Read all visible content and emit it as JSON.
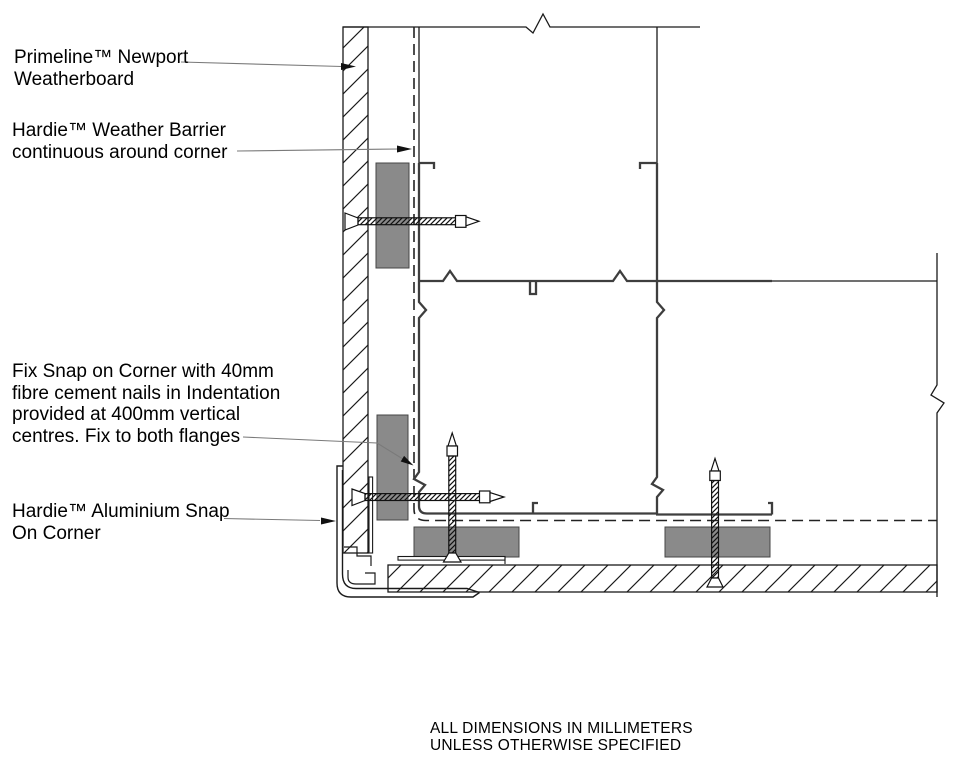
{
  "drawing": {
    "kind": "construction-detail-plan",
    "labels": {
      "weatherboard": "Primeline™ Newport\nWeatherboard",
      "barrier": "Hardie™ Weather Barrier\ncontinuous around corner",
      "fixing": "Fix Snap on Corner with 40mm\nfibre cement nails in Indentation\nprovided at 400mm vertical\ncentres. Fix to both flanges",
      "corner": "Hardie™ Aluminium Snap\nOn Corner"
    },
    "footer": "ALL DIMENSIONS IN MILLIMETERS\nUNLESS OTHERWISE SPECIFIED",
    "colors": {
      "line": "#1a1a1a",
      "steel_frame": "#3e3e3e",
      "packer_fill": "#8a8a8a",
      "leader": "#7a7a7a",
      "background": "#ffffff"
    }
  }
}
